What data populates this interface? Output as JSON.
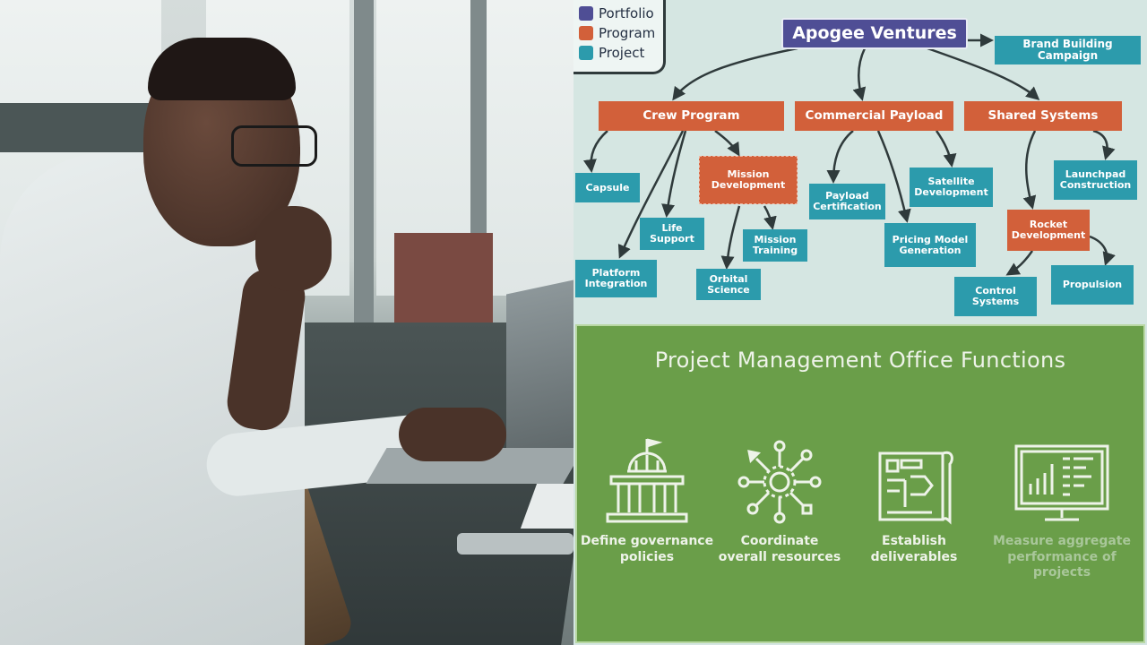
{
  "legend": {
    "items": [
      {
        "label": "Portfolio",
        "color": "#4f4e95"
      },
      {
        "label": "Program",
        "color": "#d2603a"
      },
      {
        "label": "Project",
        "color": "#2c9bac"
      }
    ]
  },
  "colors": {
    "portfolio": "#4f4e95",
    "program": "#d2603a",
    "project": "#2c9bac",
    "pmo_background": "#6a9e49",
    "arrow": "#2f3a3b"
  },
  "org_chart": {
    "portfolio": "Apogee Ventures",
    "brand": "Brand Building Campaign",
    "programs": {
      "crew": "Crew Program",
      "payload": "Commercial Payload",
      "shared": "Shared Systems"
    },
    "nodes": {
      "capsule": "Capsule",
      "life_support": "Life\nSupport",
      "platform_integration": "Platform\nIntegration",
      "mission_development": "Mission\nDevelopment",
      "orbital_science": "Orbital\nScience",
      "mission_training": "Mission\nTraining",
      "payload_certification": "Payload\nCertification",
      "satellite_development": "Satellite\nDevelopment",
      "pricing_model": "Pricing Model\nGeneration",
      "launchpad_construction": "Launchpad\nConstruction",
      "rocket_development": "Rocket\nDevelopment",
      "control_systems": "Control\nSystems",
      "propulsion": "Propulsion"
    }
  },
  "pmo": {
    "title": "Project Management Office Functions",
    "functions": [
      {
        "label": "Define governance\npolicies",
        "icon": "capitol-building-icon"
      },
      {
        "label": "Coordinate\noverall resources",
        "icon": "network-hub-icon"
      },
      {
        "label": "Establish\ndeliverables",
        "icon": "blueprint-icon"
      },
      {
        "label": "Measure aggregate\nperformance of projects",
        "icon": "monitor-chart-icon"
      }
    ]
  }
}
